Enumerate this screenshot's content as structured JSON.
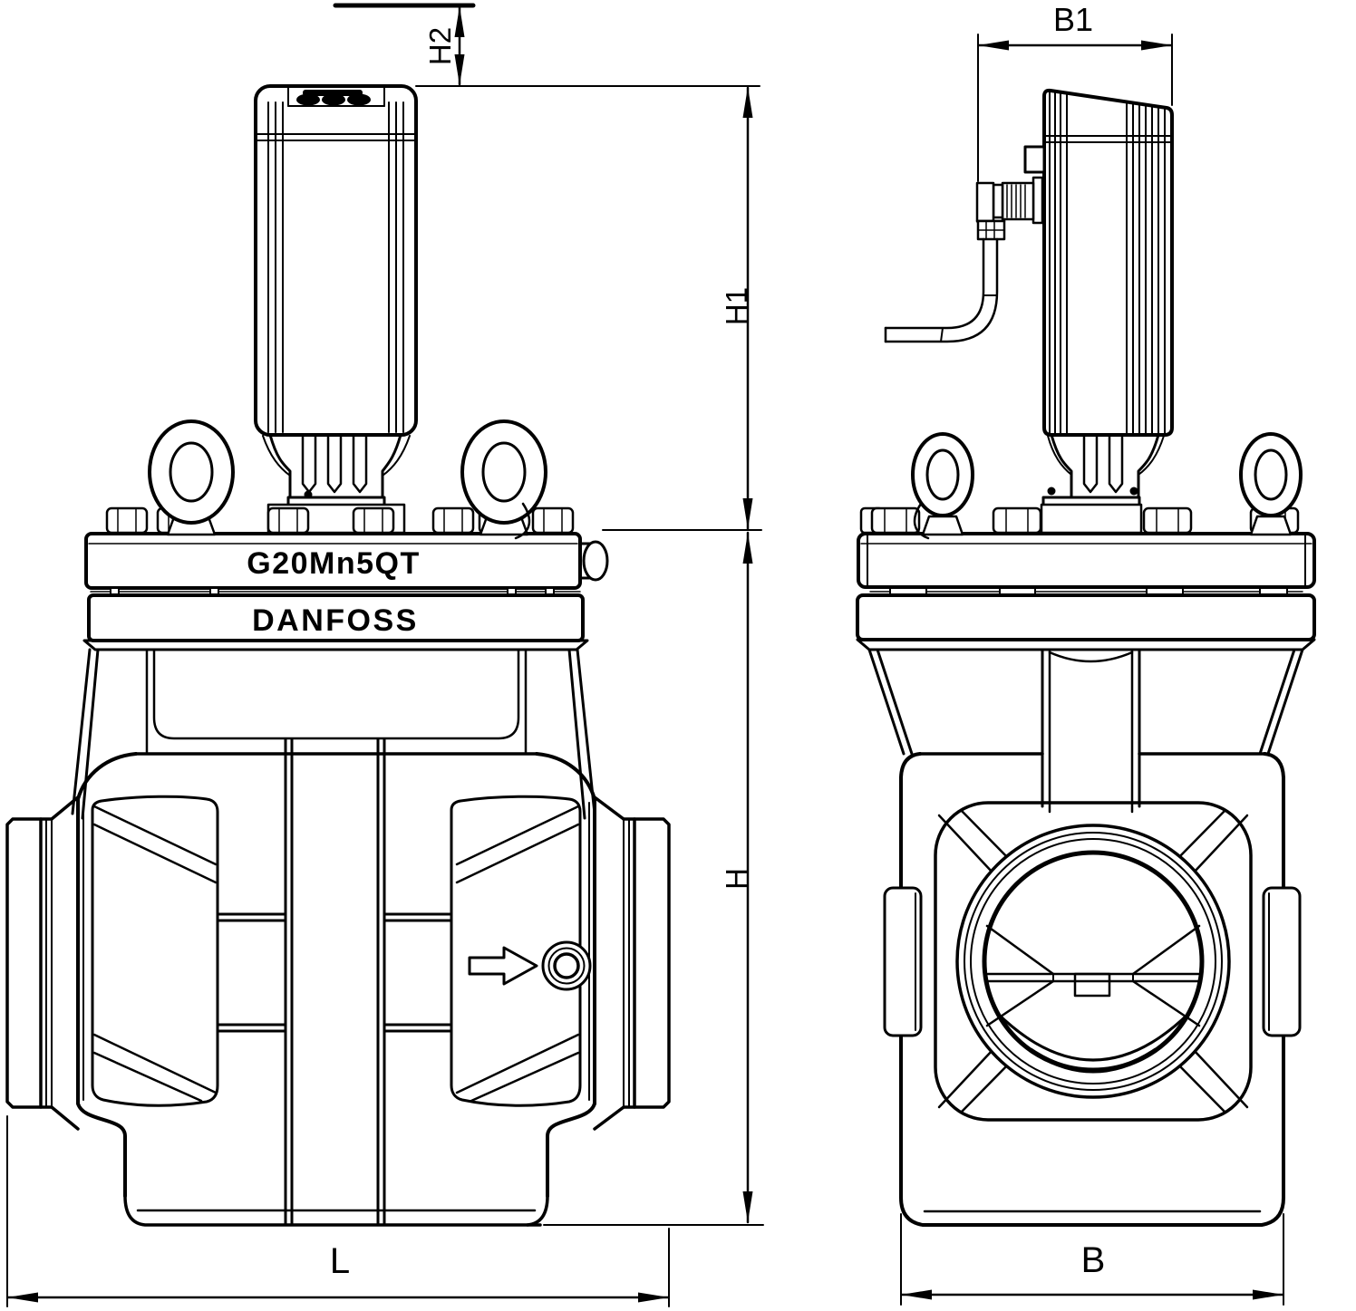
{
  "page": {
    "background_color": "#ffffff",
    "line_color": "#000000"
  },
  "markings": {
    "material_grade": "G20Mn5QT",
    "brand": "DANFOSS"
  },
  "dimension_labels": {
    "h2": "H2",
    "h1": "H1",
    "h": "H",
    "l": "L",
    "b1": "B1",
    "b": "B"
  },
  "icons": {
    "flow_direction": "right-arrow"
  }
}
